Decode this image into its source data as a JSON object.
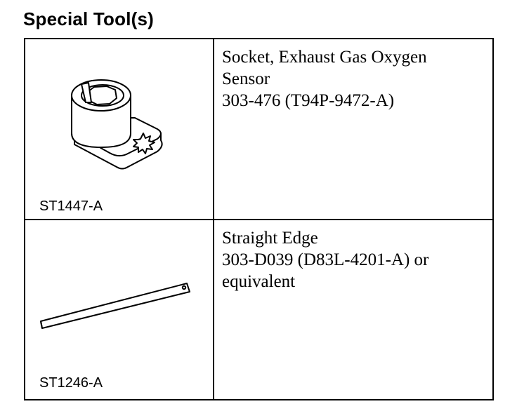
{
  "page_title": "Special Tool(s)",
  "tools": [
    {
      "illustration_code": "ST1447-A",
      "description_lines": [
        "Socket, Exhaust Gas Oxygen",
        "Sensor",
        "303-476 (T94P-9472-A)"
      ],
      "icon": "oxygen-sensor-socket-icon"
    },
    {
      "illustration_code": "ST1246-A",
      "description_lines": [
        "Straight Edge",
        "303-D039 (D83L-4201-A) or",
        "equivalent"
      ],
      "icon": "straight-edge-icon"
    }
  ]
}
